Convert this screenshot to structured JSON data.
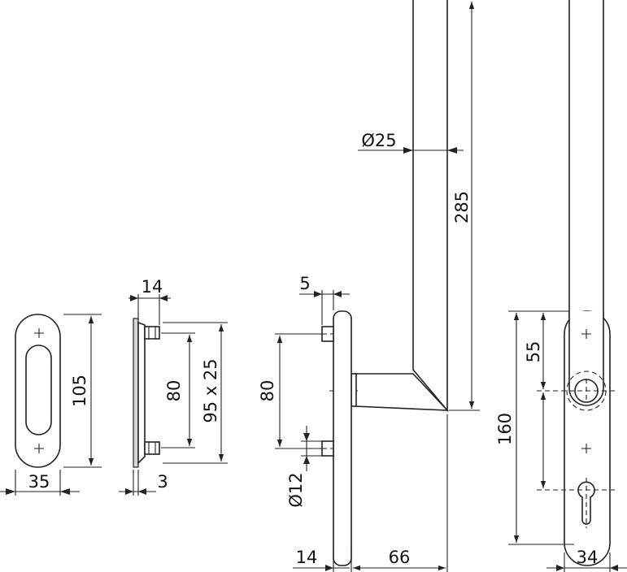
{
  "drawing": {
    "labels": {
      "rosette_width": "35",
      "rosette_height": "105",
      "recessed_depth": "14",
      "recessed_plate": "3",
      "recessed_hole_spacing": "80",
      "recessed_cutout": "95 x 25",
      "pull_screw_offset": "5",
      "pull_hole_spacing": "80",
      "pull_screw_dia": "Ø12",
      "pull_plate": "14",
      "pull_projection": "66",
      "bar_diameter": "Ø25",
      "bar_length": "285",
      "plate_upper": "55",
      "plate_length": "160",
      "plate_width": "34"
    }
  }
}
